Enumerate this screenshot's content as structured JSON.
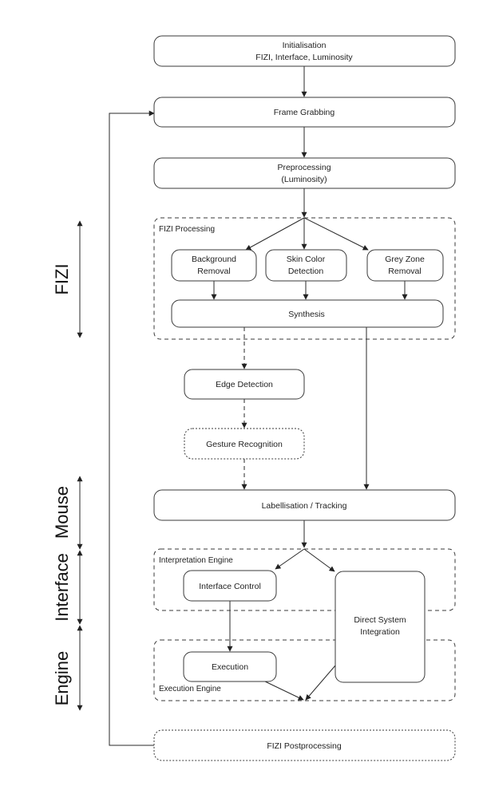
{
  "nodes": {
    "initialisation": {
      "line1": "Initialisation",
      "line2": "FIZI, Interface, Luminosity"
    },
    "frame_grabbing": "Frame Grabbing",
    "preprocessing": {
      "line1": "Preprocessing",
      "line2": "(Luminosity)"
    },
    "background_removal": {
      "line1": "Background",
      "line2": "Removal"
    },
    "skin_color_detection": {
      "line1": "Skin Color",
      "line2": "Detection"
    },
    "grey_zone_removal": {
      "line1": "Grey Zone",
      "line2": "Removal"
    },
    "synthesis": "Synthesis",
    "edge_detection": "Edge Detection",
    "gesture_recognition": "Gesture Recognition",
    "labellisation": "Labellisation / Tracking",
    "interface_control": "Interface Control",
    "direct_system_integration": {
      "line1": "Direct System",
      "line2": "Integration"
    },
    "execution": "Execution",
    "fizi_postprocessing": "FIZI Postprocessing"
  },
  "groups": {
    "fizi_processing": "FIZI Processing",
    "interpretation_engine": "Interpretation Engine",
    "execution_engine": "Execution Engine"
  },
  "side_labels": {
    "fizi": "FIZI",
    "mouse": "Mouse",
    "interface": "Interface",
    "engine": "Engine"
  },
  "colors": {
    "stroke": "#3a3a3a",
    "text": "#222222",
    "background": "#ffffff"
  }
}
